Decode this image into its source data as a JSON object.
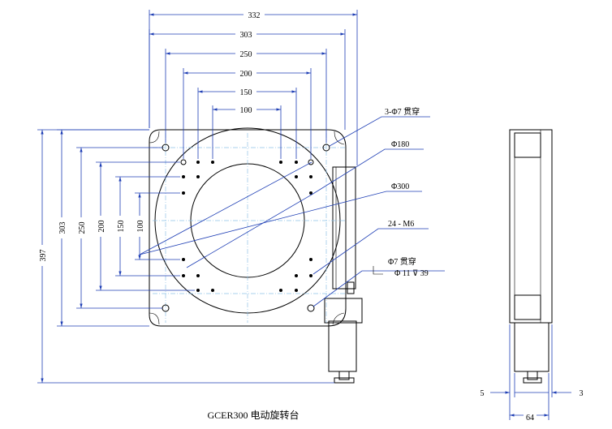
{
  "title": "GCER300 电动旋转台",
  "top_dimensions": [
    "332",
    "303",
    "250",
    "200",
    "150",
    "100"
  ],
  "left_dimensions": [
    "397",
    "303",
    "250",
    "200",
    "150",
    "100"
  ],
  "side_dimensions": {
    "left_offset": "5",
    "width": "64",
    "right_offset": "3"
  },
  "annotations": {
    "through_holes_corner": "3-Φ7 贯穿",
    "dia_180": "Φ180",
    "dia_300": "Φ300",
    "threaded_holes": "24 - M6",
    "through_hole_phi7": "Φ7  贯穿",
    "counterbore": "Φ 11 ⊽ 39"
  },
  "colors": {
    "dimension": "#1f3fb5",
    "outline": "#000000",
    "centerline": "#8fc1e6"
  }
}
